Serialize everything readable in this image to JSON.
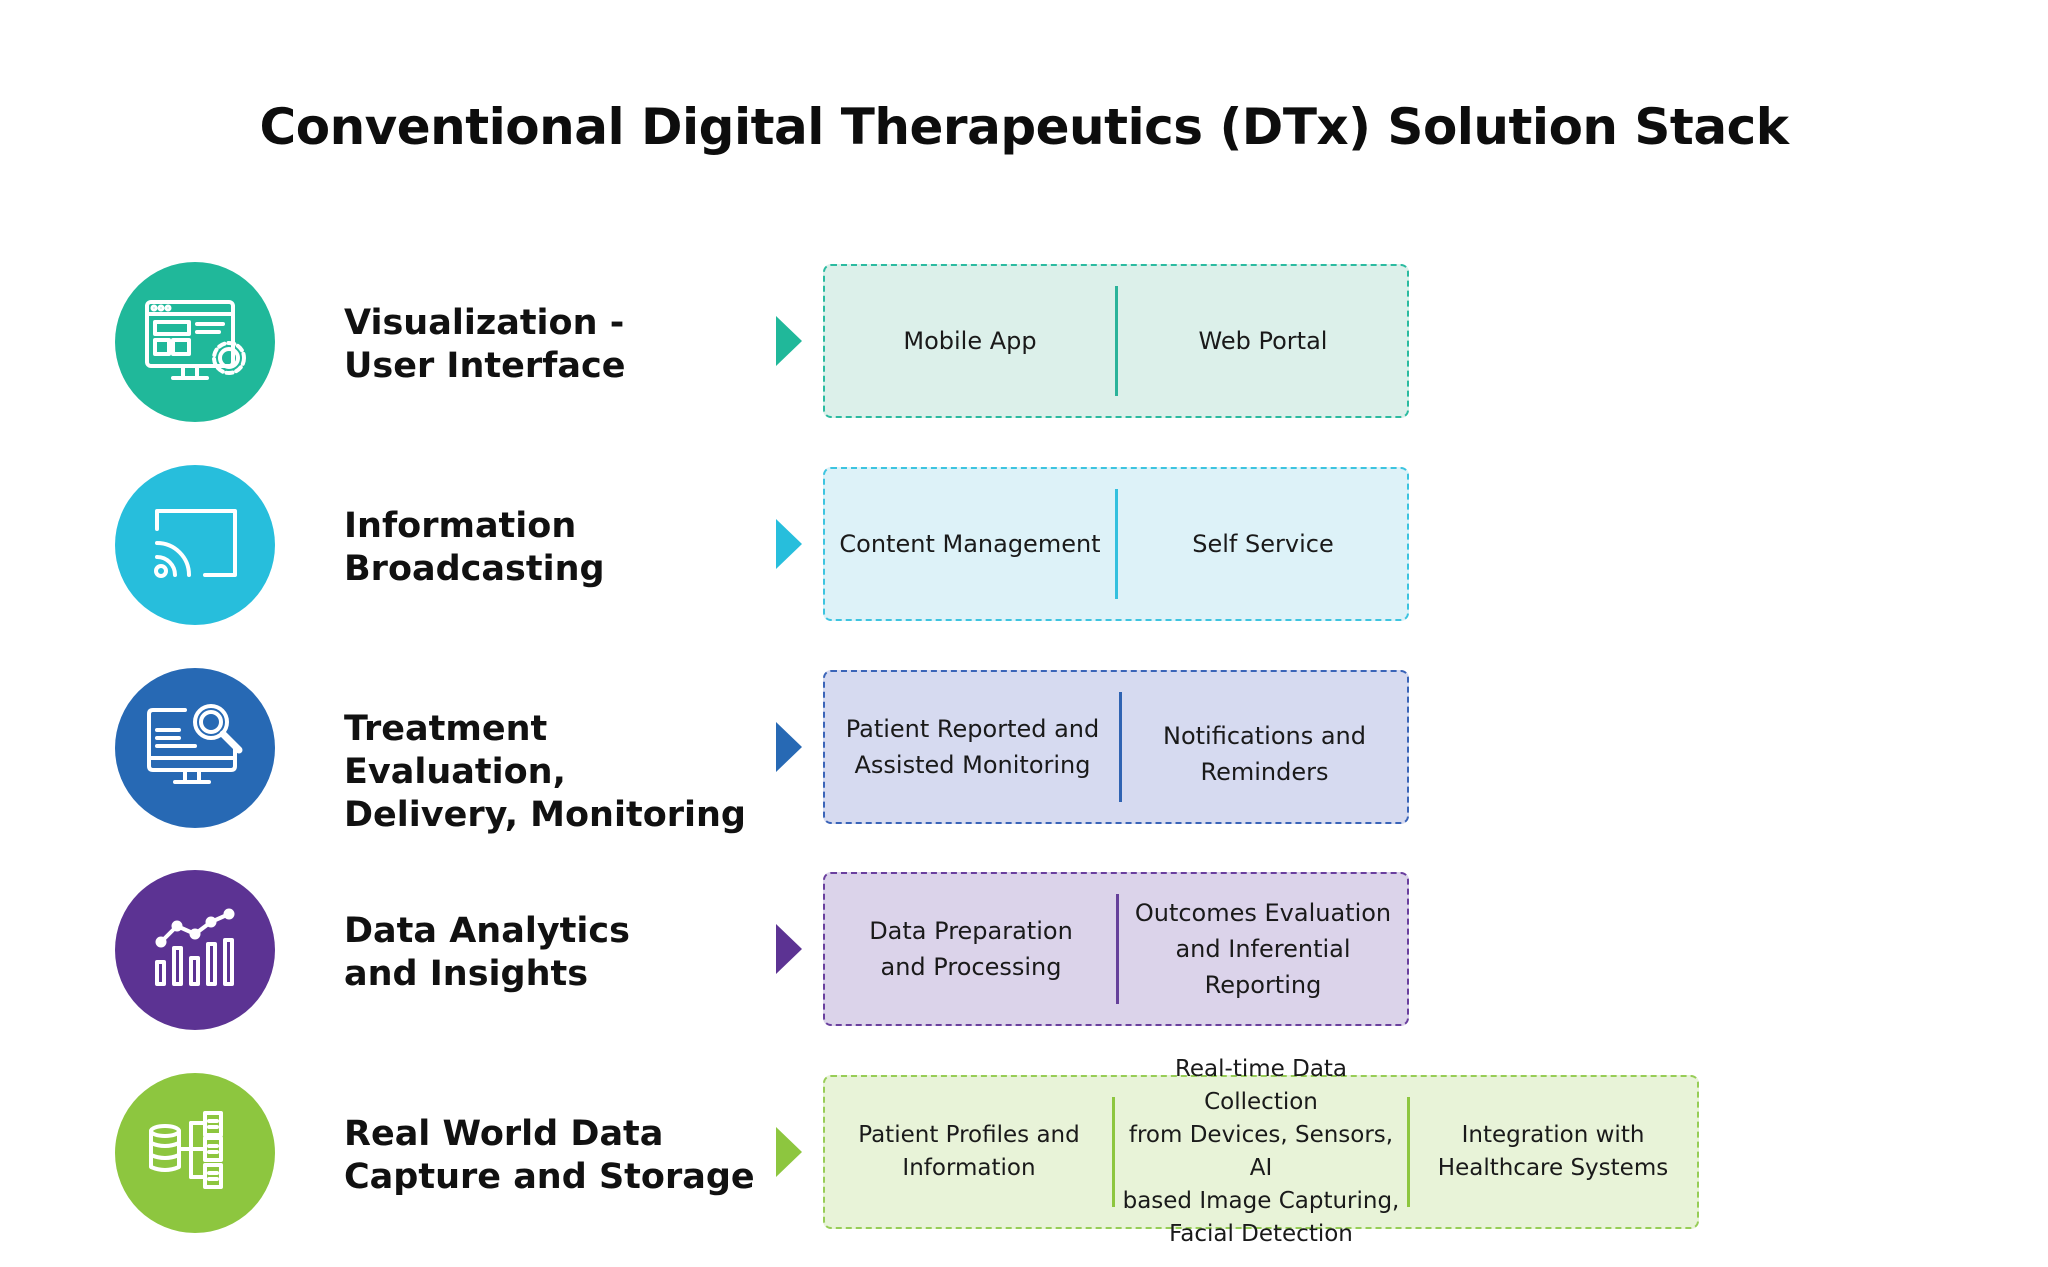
{
  "title": "Conventional Digital Therapeutics (DTx) Solution Stack",
  "rows": [
    {
      "label_lines": [
        "Visualization -",
        "User Interface"
      ],
      "icon": "monitor-settings-icon",
      "colors": {
        "circle": "#20b89a",
        "border": "#2bbba0",
        "fill": "#dcf0ea",
        "divider": "#2bb39a"
      },
      "cells": [
        [
          "Mobile App"
        ],
        [
          "Web Portal"
        ]
      ]
    },
    {
      "label_lines": [
        "Information",
        "Broadcasting"
      ],
      "icon": "cast-icon",
      "colors": {
        "circle": "#27bedc",
        "border": "#3cc4e0",
        "fill": "#ddf2f8",
        "divider": "#33c0de"
      },
      "cells": [
        [
          "Content Management"
        ],
        [
          "Self Service"
        ]
      ]
    },
    {
      "label_lines": [
        "Treatment Evaluation,",
        "Delivery, Monitoring"
      ],
      "icon": "monitor-search-icon",
      "colors": {
        "circle": "#2769b4",
        "border": "#3a64b8",
        "fill": "#d6daf0",
        "divider": "#2f63b2"
      },
      "cells": [
        [
          "Patient Reported and",
          "Assisted Monitoring"
        ],
        [
          "Notifications and",
          "Reminders"
        ]
      ]
    },
    {
      "label_lines": [
        "Data Analytics",
        "and Insights"
      ],
      "icon": "bar-chart-trend-icon",
      "colors": {
        "circle": "#5c3393",
        "border": "#6a3f9e",
        "fill": "#dbd3ea",
        "divider": "#65409a"
      },
      "cells": [
        [
          "Data Preparation",
          "and Processing"
        ],
        [
          "Outcomes Evaluation",
          "and Inferential",
          "Reporting"
        ]
      ]
    },
    {
      "label_lines": [
        "Real World Data",
        "Capture and Storage"
      ],
      "icon": "database-hierarchy-icon",
      "colors": {
        "circle": "#8dc63f",
        "border": "#97cd56",
        "fill": "#e8f3d8",
        "divider": "#8dc63f"
      },
      "cells": [
        [
          "Patient Profiles and",
          "Information"
        ],
        [
          "Real-time Data Collection",
          "from Devices, Sensors, AI",
          "based Image Capturing,",
          "Facial Detection"
        ],
        [
          "Integration with",
          "Healthcare Systems"
        ]
      ]
    }
  ]
}
